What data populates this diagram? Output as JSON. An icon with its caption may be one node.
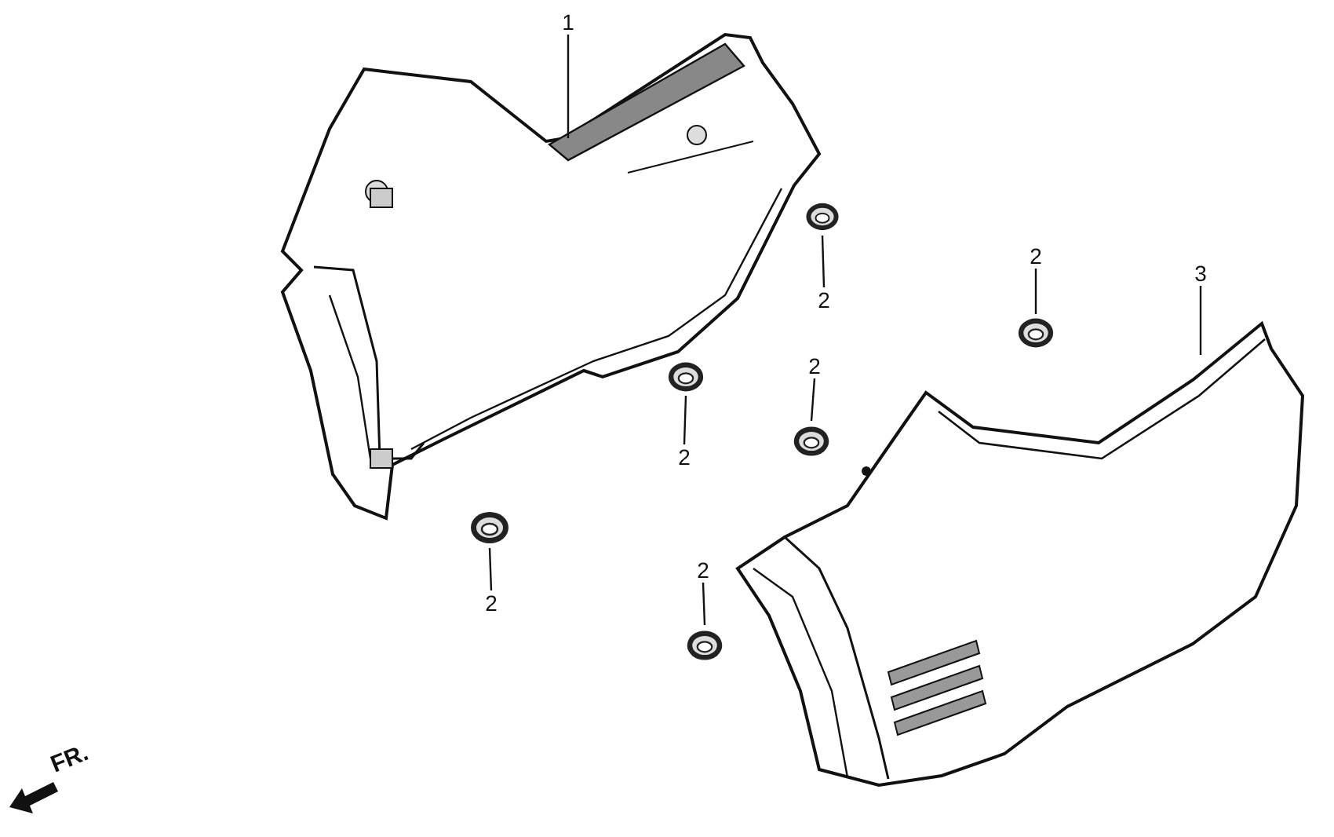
{
  "diagram": {
    "nodes": [
      {
        "text": [
          "1"
        ]
      },
      {
        "text": [],
        "shape": "picture"
      },
      {
        "text": [
          "2"
        ]
      },
      {
        "text": [],
        "shape": "picture"
      },
      {
        "text": [
          "2"
        ]
      },
      {
        "text": [],
        "shape": "picture"
      },
      {
        "text": [
          "3"
        ]
      },
      {
        "text": [],
        "shape": "picture"
      },
      {
        "text": [
          "2"
        ]
      },
      {
        "text": [],
        "shape": "picture"
      },
      {
        "text": [
          "2"
        ]
      },
      {
        "text": [],
        "shape": "picture"
      },
      {
        "text": [
          "2"
        ]
      },
      {
        "text": [],
        "shape": "picture"
      },
      {
        "text": [
          "2"
        ]
      },
      {
        "text": [],
        "shape": "picture"
      }
    ],
    "edges": [
      {
        "from": 0,
        "to": 1,
        "arrow": "none"
      },
      {
        "from": 2,
        "to": 3,
        "arrow": "none"
      },
      {
        "from": 4,
        "to": 5,
        "arrow": "none"
      },
      {
        "from": 6,
        "to": 7,
        "arrow": "none"
      },
      {
        "from": 8,
        "to": 9,
        "arrow": "none"
      },
      {
        "from": 10,
        "to": 11,
        "arrow": "none"
      },
      {
        "from": 12,
        "to": 13,
        "arrow": "none"
      },
      {
        "from": 14,
        "to": 15,
        "arrow": "none"
      }
    ],
    "labels": [
      "FR."
    ]
  }
}
